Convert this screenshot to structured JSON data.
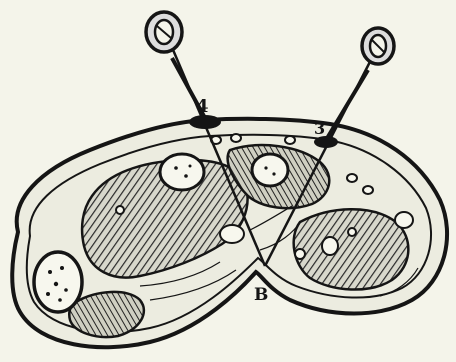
{
  "figure": {
    "labels": {
      "needle_left": "4",
      "needle_right": "3",
      "convergence_point": "B"
    },
    "colors": {
      "background": "#f4f4ea",
      "ink": "#151515",
      "muscle_hatch": "#2a2a2a"
    }
  }
}
